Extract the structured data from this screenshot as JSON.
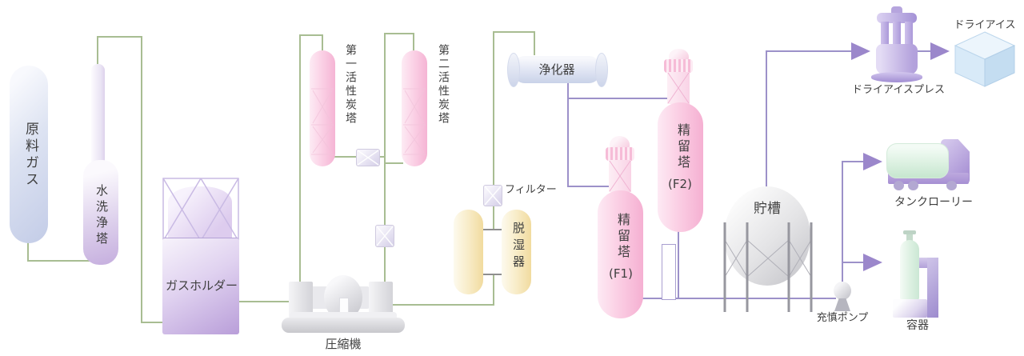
{
  "colors": {
    "pipe_green": "#a8bd92",
    "pipe_purple": "#9c91c9",
    "arrow_purple": "#9b87cb",
    "pink_vessel": "#f5b4d4",
    "cream_vessel": "#f1db9f",
    "label_text": "#3f3f3f"
  },
  "equipment": {
    "raw_gas": {
      "label": "原料ガス"
    },
    "water_wash_tower": {
      "label": "水洗浄塔"
    },
    "gas_holder": {
      "label": "ガスホルダー"
    },
    "compressor": {
      "label": "圧縮機"
    },
    "carbon_tower_1": {
      "label": "第一活性炭塔"
    },
    "carbon_tower_2": {
      "label": "第二活性炭塔"
    },
    "filter": {
      "label": "フィルター"
    },
    "dehumidifier": {
      "label": "脱湿器"
    },
    "purifier": {
      "label": "浄化器"
    },
    "rectifier_f1": {
      "label": "精留塔",
      "sub": "(F1)"
    },
    "rectifier_f2": {
      "label": "精留塔",
      "sub": "(F2)"
    },
    "storage_tank": {
      "label": "貯槽"
    },
    "filling_pump": {
      "label": "充慎ポンプ"
    },
    "dry_ice_press": {
      "label": "ドライアイスプレス"
    },
    "dry_ice": {
      "label": "ドライアイス"
    },
    "tank_lorry": {
      "label": "タンクローリー"
    },
    "container": {
      "label": "容器"
    }
  }
}
